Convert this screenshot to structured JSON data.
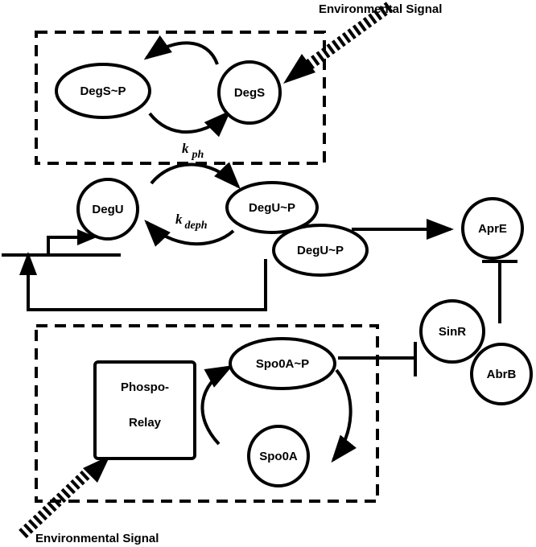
{
  "signals": {
    "top": "Environmental Signal",
    "bottom": "Environmental Signal"
  },
  "nodes": {
    "degs_p": "DegS~P",
    "degs": "DegS",
    "degu": "DegU",
    "degu_p_1": "DegU~P",
    "degu_p_2": "DegU~P",
    "apre": "AprE",
    "sinr": "SinR",
    "abrb": "AbrB",
    "phospho_line1": "Phospo-",
    "phospho_line2": "Relay",
    "spo0a_p": "Spo0A~P",
    "spo0a": "Spo0A"
  },
  "rates": {
    "kph_base": "k",
    "kph_sub": "ph",
    "kdeph_base": "k",
    "kdeph_sub": "deph"
  }
}
